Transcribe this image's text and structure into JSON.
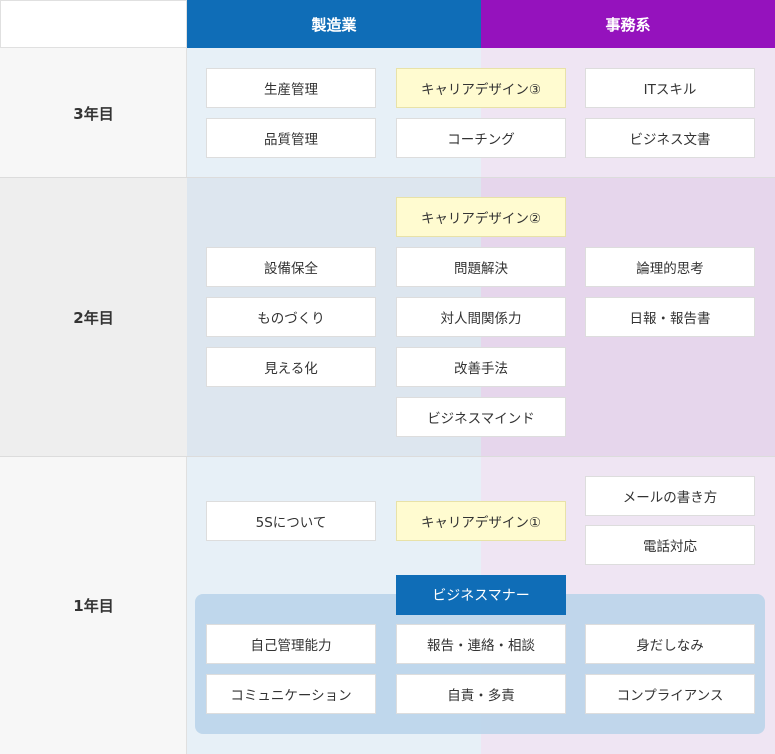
{
  "headers": {
    "manufacturing": "製造業",
    "office": "事務系"
  },
  "years": {
    "y3": {
      "label": "3年目",
      "manufacturing": [
        "生産管理",
        "品質管理"
      ],
      "common": [
        "キャリアデザイン③",
        "コーチング"
      ],
      "office": [
        "ITスキル",
        "ビジネス文書"
      ]
    },
    "y2": {
      "label": "2年目",
      "common_top": "キャリアデザイン②",
      "manufacturing": [
        "設備保全",
        "ものづくり",
        "見える化"
      ],
      "common": [
        "問題解決",
        "対人間関係力",
        "改善手法",
        "ビジネスマインド"
      ],
      "office": [
        "論理的思考",
        "日報・報告書"
      ]
    },
    "y1": {
      "label": "1年目",
      "manufacturing": [
        "5Sについて"
      ],
      "common": [
        "キャリアデザイン①"
      ],
      "office": [
        "メールの書き方",
        "電話対応"
      ],
      "manners": {
        "title": "ビジネスマナー",
        "left": [
          "自己管理能力",
          "コミュニケーション"
        ],
        "center": [
          "報告・連絡・相談",
          "自責・多責"
        ],
        "right": [
          "身だしなみ",
          "コンプライアンス"
        ]
      }
    }
  },
  "colors": {
    "manufacturing_header": "#0f6db7",
    "office_header": "#9512bd",
    "career_fill": "#fffbd0",
    "manners_band": "#bcd5ea",
    "manners_title": "#0f6db7"
  }
}
